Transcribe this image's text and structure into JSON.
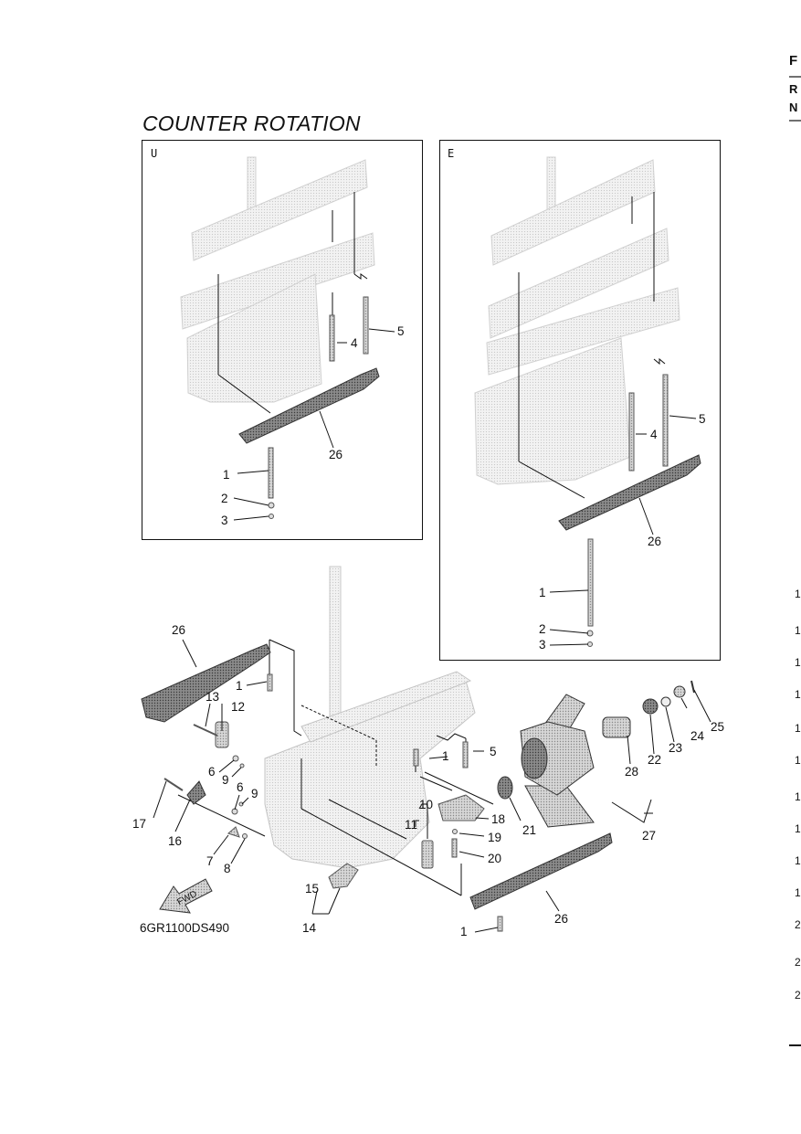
{
  "title": "COUNTER ROTATION",
  "panels": {
    "left_label": "U",
    "right_label": "E"
  },
  "diagram_code": "6GR1100DS490",
  "fwd_label": "FWD",
  "right_edge": {
    "letters": [
      "F",
      "R",
      "N"
    ],
    "numbers": [
      "1",
      "1",
      "1",
      "1",
      "1",
      "1",
      "1",
      "1",
      "1",
      "1",
      "2",
      "2",
      "2"
    ]
  },
  "callouts": {
    "u1": "1",
    "u2": "2",
    "u3": "3",
    "u4": "4",
    "u5": "5",
    "u26": "26",
    "e1": "1",
    "e2": "2",
    "e3": "3",
    "e4": "4",
    "e5": "5",
    "e26": "26",
    "m1a": "1",
    "m1b": "1",
    "m1c": "1",
    "m5": "5",
    "m6a": "6",
    "m6b": "6",
    "m7": "7",
    "m8": "8",
    "m9a": "9",
    "m9b": "9",
    "m10": "10",
    "m11": "11",
    "m12": "12",
    "m13": "13",
    "m14": "14",
    "m15": "15",
    "m16": "16",
    "m17": "17",
    "m18": "18",
    "m19": "19",
    "m20": "20",
    "m21": "21",
    "m22": "22",
    "m23": "23",
    "m24": "24",
    "m25": "25",
    "m26a": "26",
    "m26b": "26",
    "m27": "27",
    "m28": "28"
  }
}
